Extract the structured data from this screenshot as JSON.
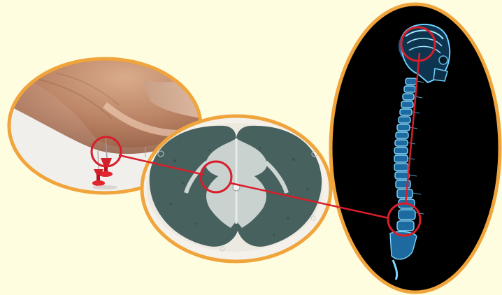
{
  "colors": {
    "background": "#fffde0",
    "frame_border": "#f0a43c",
    "marker_red": "#d81e2a",
    "xray_glow": "#4fb7ee",
    "xray_bg": "#000000",
    "tissue_dark": "#3f5a5e",
    "tissue_light": "#d9dedc"
  },
  "panels": [
    {
      "name": "foot-on-pins-photo",
      "icon": "foot-pin-illustration"
    },
    {
      "name": "spinal-cord-cross-section",
      "icon": "spinal-cord-illustration"
    },
    {
      "name": "skeleton-xray",
      "icon": "spine-skull-xray-illustration"
    }
  ]
}
